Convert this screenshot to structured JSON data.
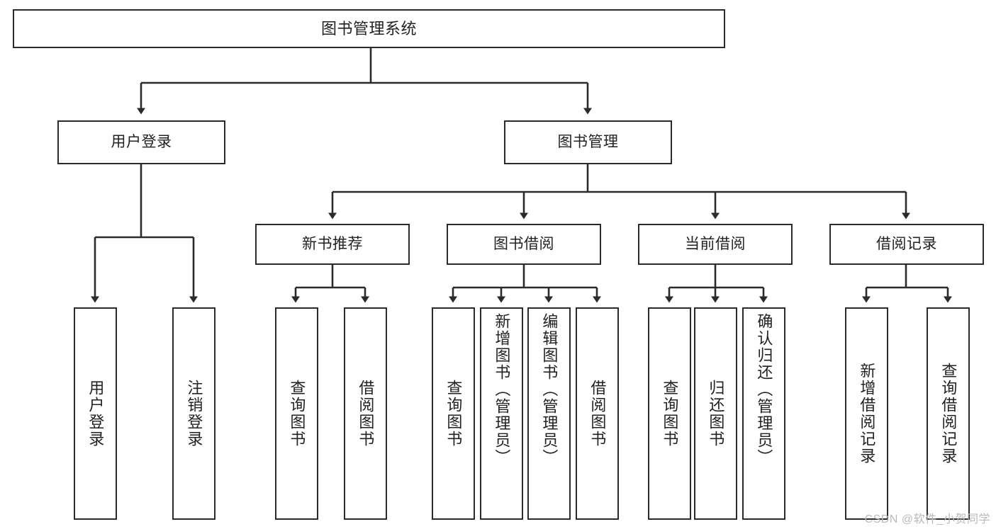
{
  "diagram": {
    "type": "tree",
    "title": "图书管理系统",
    "watermark": "CSDN @软件_小贺同学",
    "colors": {
      "node_border": "#2b2b2b",
      "node_fill": "#ffffff",
      "edge": "#2b2b2b",
      "text": "#222222",
      "watermark": "#b9b9b9",
      "background": "#ffffff"
    },
    "root": {
      "label": "图书管理系统"
    },
    "level1": [
      {
        "label": "用户登录"
      },
      {
        "label": "图书管理"
      }
    ],
    "level2": [
      {
        "label": "新书推荐"
      },
      {
        "label": "图书借阅"
      },
      {
        "label": "当前借阅"
      },
      {
        "label": "借阅记录"
      }
    ],
    "leaves": {
      "user_login": [
        {
          "label": "用户登录"
        },
        {
          "label": "注销登录"
        }
      ],
      "new_book_recommend": [
        {
          "label": "查询图书"
        },
        {
          "label": "借阅图书"
        }
      ],
      "book_borrow": [
        {
          "label": "查询图书"
        },
        {
          "label": "新增图书（管理员）"
        },
        {
          "label": "编辑图书（管理员）"
        },
        {
          "label": "借阅图书"
        }
      ],
      "current_borrow": [
        {
          "label": "查询图书"
        },
        {
          "label": "归还图书"
        },
        {
          "label": "确认归还（管理员）"
        }
      ],
      "borrow_record": [
        {
          "label": "新增借阅记录"
        },
        {
          "label": "查询借阅记录"
        }
      ]
    }
  }
}
